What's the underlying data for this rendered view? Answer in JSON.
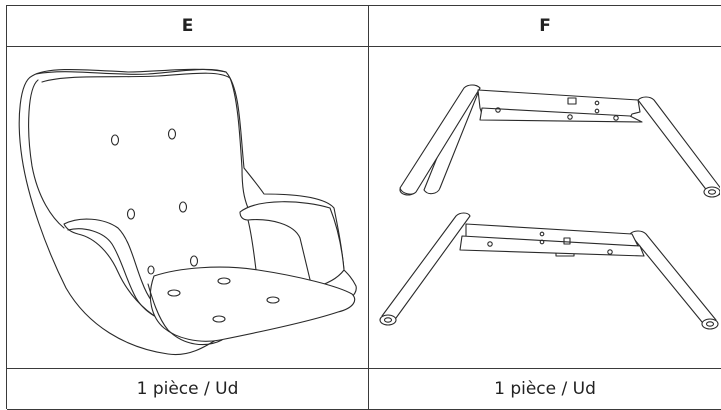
{
  "table": {
    "columns": [
      {
        "letter": "E",
        "quantity": "1 pièce / Ud",
        "part_icon": "armchair-seat-shell-icon"
      },
      {
        "letter": "F",
        "quantity": "1 pièce / Ud",
        "part_icon": "chair-leg-frame-icon"
      }
    ],
    "line_color": "#3a3a3a"
  }
}
